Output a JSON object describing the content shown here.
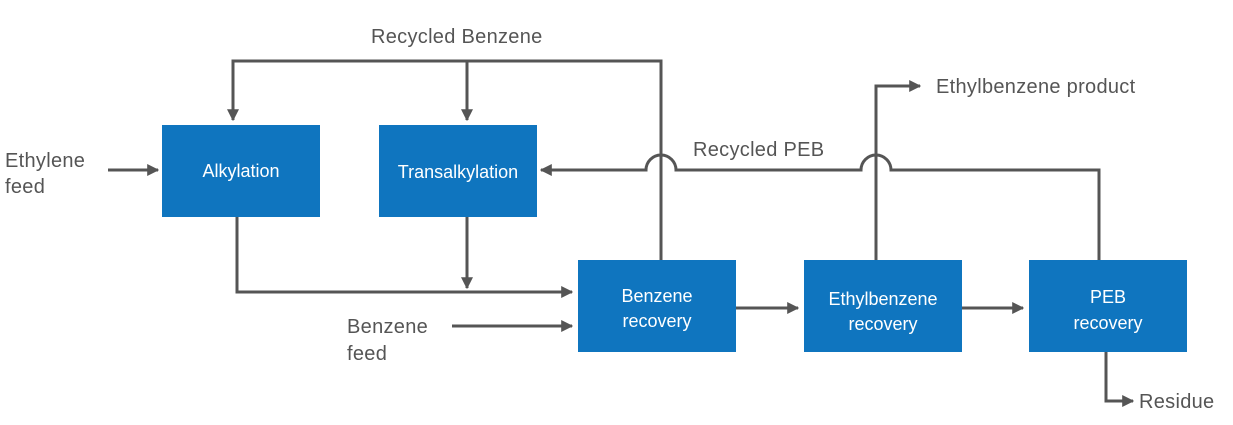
{
  "boxes": {
    "alkylation": "Alkylation",
    "transalkylation": "Transalkylation",
    "benzene_recovery": [
      "Benzene",
      "recovery"
    ],
    "ethylbenzene_recovery": [
      "Ethylbenzene",
      "recovery"
    ],
    "peb_recovery": [
      "PEB",
      "recovery"
    ]
  },
  "streams": {
    "ethylene_feed": [
      "Ethylene",
      "feed"
    ],
    "benzene_feed": [
      "Benzene",
      "feed"
    ],
    "recycled_benzene": "Recycled Benzene",
    "recycled_peb": "Recycled PEB",
    "ethylbenzene_product": "Ethylbenzene product",
    "residue": "Residue"
  },
  "colors": {
    "box_fill": "#0f75bf",
    "line": "#555555",
    "label": "#555555"
  }
}
